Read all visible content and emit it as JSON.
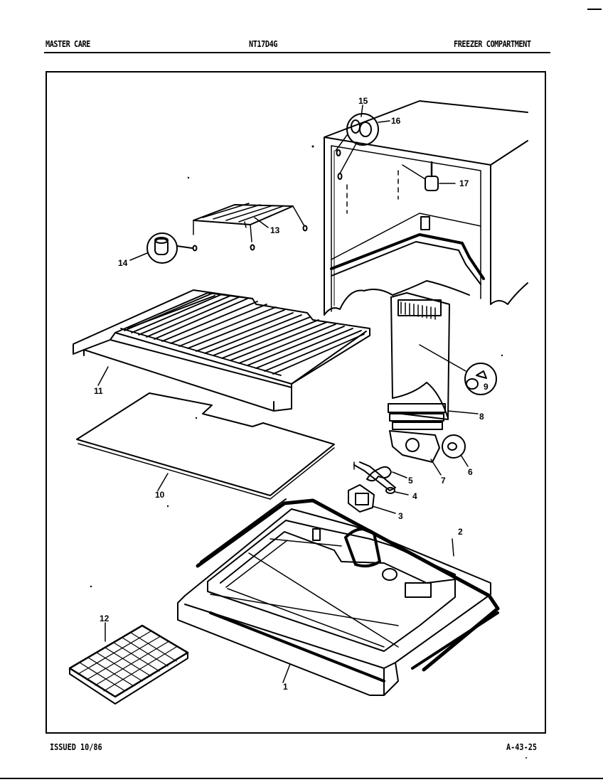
{
  "header": {
    "brand": "MASTER CARE",
    "model": "NT17D4G",
    "section": "FREEZER COMPARTMENT"
  },
  "footer": {
    "issued": "ISSUED 10/86",
    "page_code": "A-43-25"
  },
  "callouts": {
    "c1": "1",
    "c2": "2",
    "c3": "3",
    "c4": "4",
    "c5": "5",
    "c6": "6",
    "c7": "7",
    "c8": "8",
    "c9": "9",
    "c10": "10",
    "c11": "11",
    "c12": "12",
    "c13": "13",
    "c14": "14",
    "c15": "15",
    "c16": "16",
    "c17": "17"
  }
}
